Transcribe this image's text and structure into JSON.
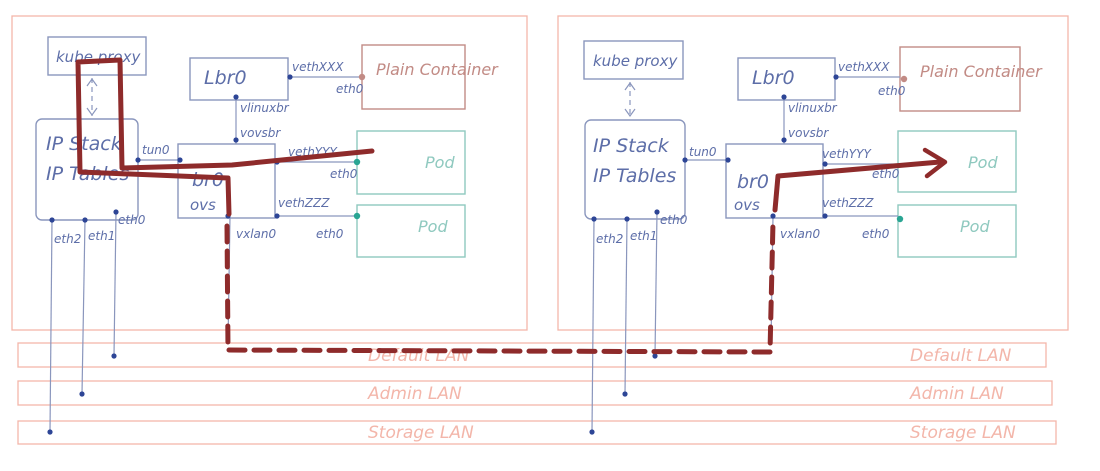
{
  "colors": {
    "host_border": "#f3b6aa",
    "component": "#8a96bd",
    "node": "#2d4596",
    "plain": "#c28b85",
    "pod": "#8fc9bf",
    "pod_node": "#2aa593",
    "path": "#8e2b2b",
    "lan": "#f3b6aa"
  },
  "lans": {
    "default": "Default LAN",
    "admin": "Admin LAN",
    "storage": "Storage LAN"
  },
  "host1": {
    "kube_proxy": "kube proxy",
    "ip_stack": "IP Stack",
    "ip_tables": "IP Tables",
    "lbr0": "Lbr0",
    "br0": "br0",
    "ovs": "ovs",
    "plain_container": "Plain Container",
    "pod_a": "Pod",
    "pod_b": "Pod",
    "tun0": "tun0",
    "vlinuxbr": "vlinuxbr",
    "vovsbr": "vovsbr",
    "vethxxx": "vethXXX",
    "vethyyy": "vethYYY",
    "vethzzz": "vethZZZ",
    "vxlan0": "vxlan0",
    "eth0_plain": "eth0",
    "eth0_pod_a": "eth0",
    "eth0_pod_b": "eth0",
    "eth2": "eth2",
    "eth1": "eth1",
    "eth0_host": "eth0"
  },
  "host2": {
    "kube_proxy": "kube proxy",
    "ip_stack": "IP Stack",
    "ip_tables": "IP Tables",
    "lbr0": "Lbr0",
    "br0": "br0",
    "ovs": "ovs",
    "plain_container": "Plain Container",
    "pod_a": "Pod",
    "pod_b": "Pod",
    "tun0": "tun0",
    "vlinuxbr": "vlinuxbr",
    "vovsbr": "vovsbr",
    "vethxxx": "vethXXX",
    "vethyyy": "vethYYY",
    "vethzzz": "vethZZZ",
    "vxlan0": "vxlan0",
    "eth0_plain": "eth0",
    "eth0_pod_a": "eth0",
    "eth0_pod_b": "eth0",
    "eth2": "eth2",
    "eth1": "eth1",
    "eth0_host": "eth0"
  }
}
